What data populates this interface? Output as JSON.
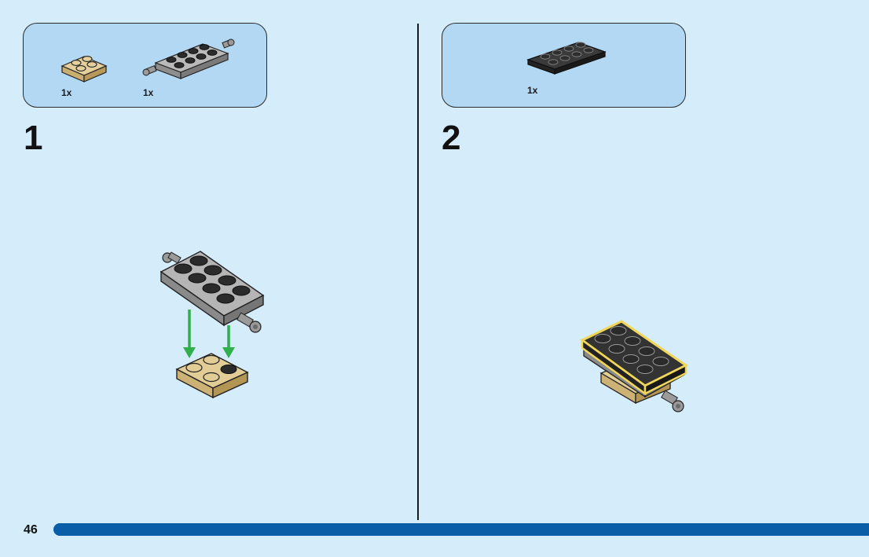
{
  "page": {
    "number": "46",
    "colors": {
      "background": "#d5ecfa",
      "parts_box": "#b3d8f3",
      "footer_bar": "#0a5ea8",
      "arrow": "#2fb04c",
      "tan": "#dcc48e",
      "light_gray": "#a9a9a9",
      "black_brick": "#2b2b2b",
      "highlight": "#f0d75a"
    }
  },
  "steps": [
    {
      "number": "1",
      "parts": [
        {
          "icon": "tan-plate-2x2-icon",
          "qty": "1x"
        },
        {
          "icon": "gray-plate-2x4-with-pins-icon",
          "qty": "1x"
        }
      ]
    },
    {
      "number": "2",
      "parts": [
        {
          "icon": "black-plate-2x4-icon",
          "qty": "1x"
        }
      ]
    }
  ]
}
